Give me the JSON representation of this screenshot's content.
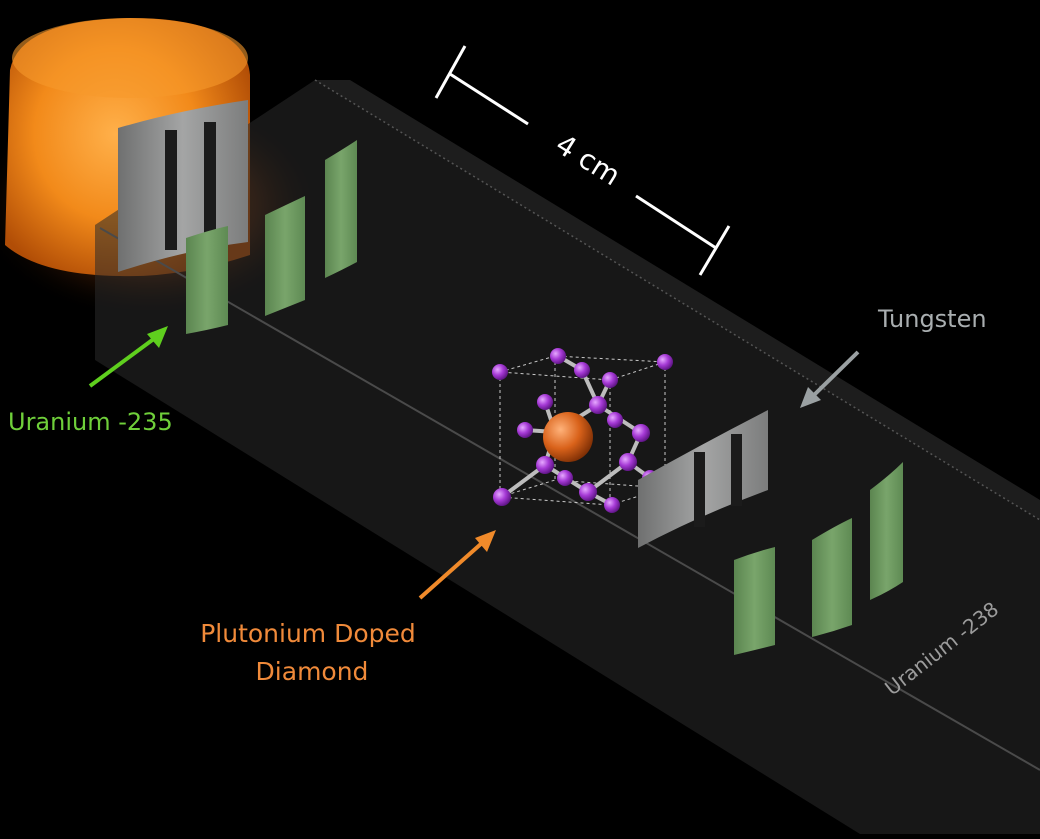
{
  "labels": {
    "scale": "4 cm",
    "tungsten": "Tungsten",
    "uranium_235": "Uranium -235",
    "plutonium_line1": "Plutonium Doped",
    "plutonium_line2": "Diamond",
    "uranium_238": "Uranium -238"
  },
  "colors": {
    "background": "#000000",
    "uranium_235_arrow": "#5fcf1e",
    "uranium_235_text": "#6fcf3a",
    "tungsten_arrow": "#9aa0a2",
    "tungsten_text": "#a9aeb0",
    "plutonium_arrow": "#f08a2a",
    "plutonium_text": "#f08a3a",
    "uranium_238_text": "#9c9c9c",
    "green_plate": "#6e9a60",
    "tungsten_plate": "#8f9090",
    "crystal_atom": "#a63ad6",
    "dopant_atom": "#d9621a",
    "glow": "#ff8a1c"
  }
}
